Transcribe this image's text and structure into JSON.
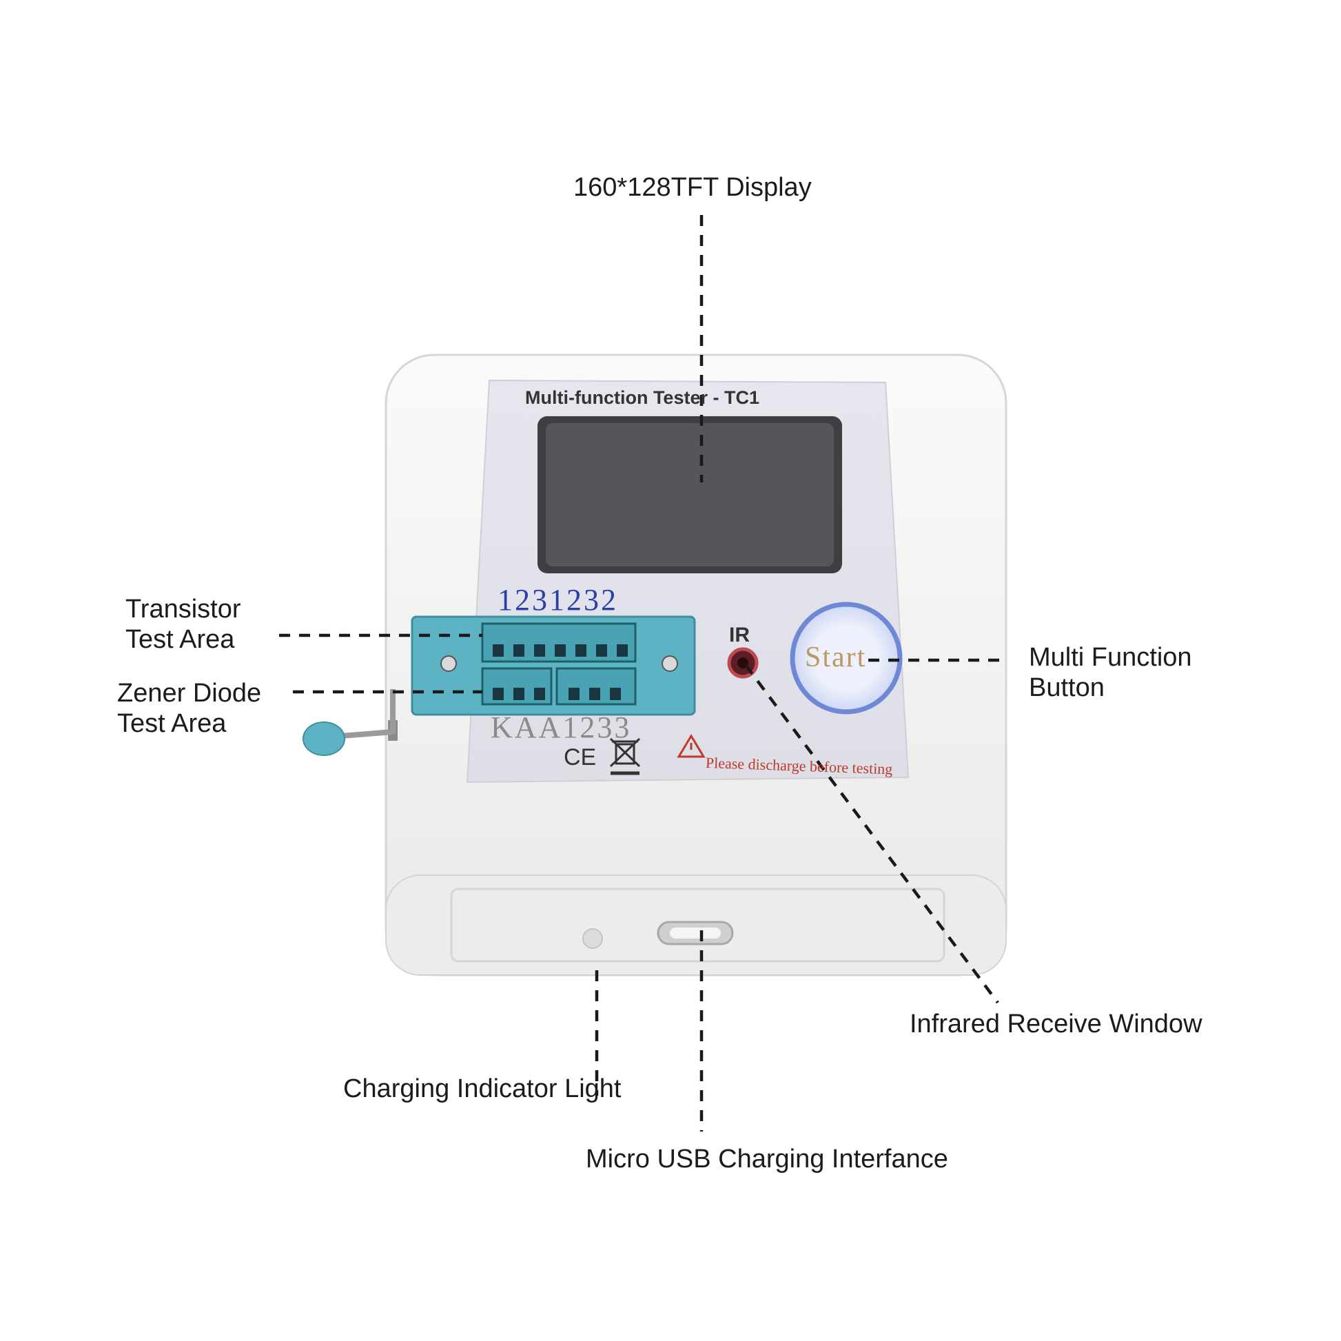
{
  "callouts": {
    "display": "160*128TFT Display",
    "transistor_line1": "Transistor",
    "transistor_line2": "Test Area",
    "zener_line1": "Zener Diode",
    "zener_line2": "Test Area",
    "button_line1": "Multi Function",
    "button_line2": "Button",
    "infrared": "Infrared Receive Window",
    "charging_light": "Charging Indicator Light",
    "usb": "Micro USB Charging Interfance"
  },
  "device": {
    "panel_title": "Multi-function Tester - TC1",
    "top_pins": "1231232",
    "bottom_pins": "KAA1233",
    "ir_label": "IR",
    "start_button": "Start",
    "warning": "Please discharge before testing",
    "ce_mark": "CE"
  },
  "colors": {
    "case": "#f2f2f0",
    "panel": "#e4e4ec",
    "screen": "#4f4f52",
    "socket": "#5db3c4",
    "start_ring": "#6f88d6",
    "warning": "#c0392b",
    "pin_blue": "#2b3fa8",
    "pin_red": "#c0392b"
  }
}
